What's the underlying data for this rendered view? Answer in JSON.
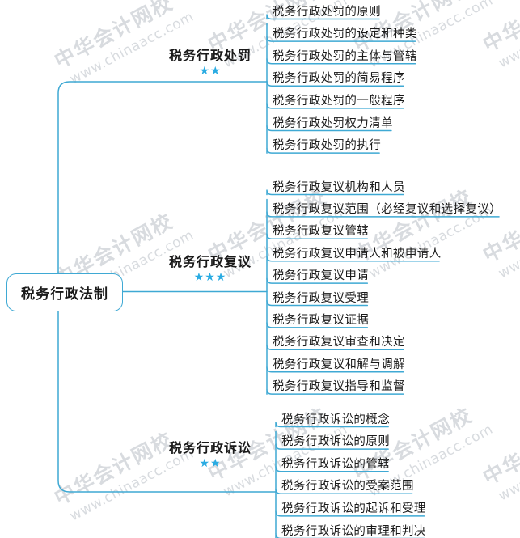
{
  "diagram": {
    "type": "mindmap",
    "root": {
      "label": "税务行政法制"
    },
    "accent_color": "#3fa9d4",
    "star_color": "#29ABE2",
    "text_color": "#1a1a1a",
    "background": "#ffffff",
    "star_glyph": "★",
    "branches": [
      {
        "label": "税务行政处罚",
        "stars": "★★",
        "star_count": 2,
        "items": [
          "税务行政处罚的原则",
          "税务行政处罚的设定和种类",
          "税务行政处罚的主体与管辖",
          "税务行政处罚的简易程序",
          "税务行政处罚的一般程序",
          "税务行政处罚权力清单",
          "税务行政处罚的执行"
        ]
      },
      {
        "label": "税务行政复议",
        "stars": "★★★",
        "star_count": 3,
        "items": [
          "税务行政复议机构和人员",
          "税务行政复议范围（必经复议和选择复议）",
          "税务行政复议管辖",
          "税务行政复议申请人和被申请人",
          "税务行政复议申请",
          "税务行政复议受理",
          "税务行政复议证据",
          "税务行政复议审查和决定",
          "税务行政复议和解与调解",
          "税务行政复议指导和监督"
        ]
      },
      {
        "label": "税务行政诉讼",
        "stars": "★★",
        "star_count": 2,
        "items": [
          "税务行政诉讼的概念",
          "税务行政诉讼的原则",
          "税务行政诉讼的管辖",
          "税务行政诉讼的受案范围",
          "税务行政诉讼的起诉和受理",
          "税务行政诉讼的审理和判决"
        ]
      }
    ]
  },
  "watermark": {
    "cn": "中华会计网校",
    "url": "www.chinaacc.com"
  }
}
